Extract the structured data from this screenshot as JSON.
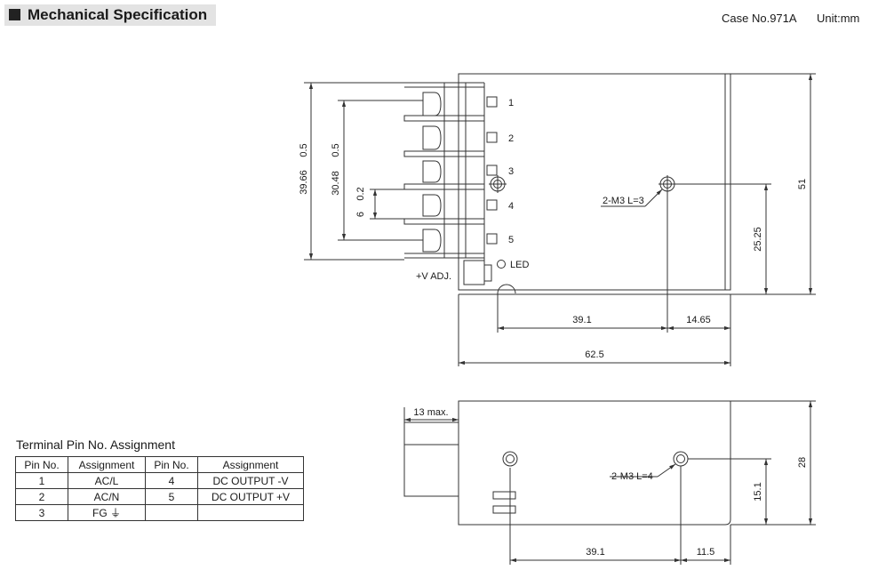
{
  "header": {
    "title": "Mechanical Specification",
    "case_no": "Case No.971A",
    "unit": "Unit:mm"
  },
  "colors": {
    "line": "#333333",
    "title_bg": "#e3e3e3"
  },
  "top_view": {
    "pin_labels": [
      "1",
      "2",
      "3",
      "4",
      "5"
    ],
    "led_label": "LED",
    "vadj_label": "+V ADJ.",
    "mount_label": "2-M3 L=3",
    "dims": {
      "total_height": "51",
      "hole_height": "25.25",
      "length_a": "39.1",
      "length_b": "14.65",
      "total_length": "62.5",
      "pitch_outer": "39.66",
      "pitch_outer_tol": "0.5",
      "pitch_inner": "30.48",
      "pitch_inner_tol": "0.5",
      "terminal": "6",
      "terminal_tol": "0.2"
    }
  },
  "side_view": {
    "max_label": "13 max.",
    "mount_label": "2-M3 L=4",
    "dims": {
      "height": "28",
      "hole_height": "15.1",
      "length_a": "39.1",
      "length_b": "11.5"
    }
  },
  "pin_table": {
    "title": "Terminal Pin No.  Assignment",
    "headers": [
      "Pin No.",
      "Assignment",
      "Pin No.",
      "Assignment"
    ],
    "rows": [
      [
        "1",
        "AC/L",
        "4",
        "DC OUTPUT -V"
      ],
      [
        "2",
        "AC/N",
        "5",
        "DC OUTPUT +V"
      ],
      [
        "3",
        "FG ⏚",
        "",
        ""
      ]
    ]
  }
}
